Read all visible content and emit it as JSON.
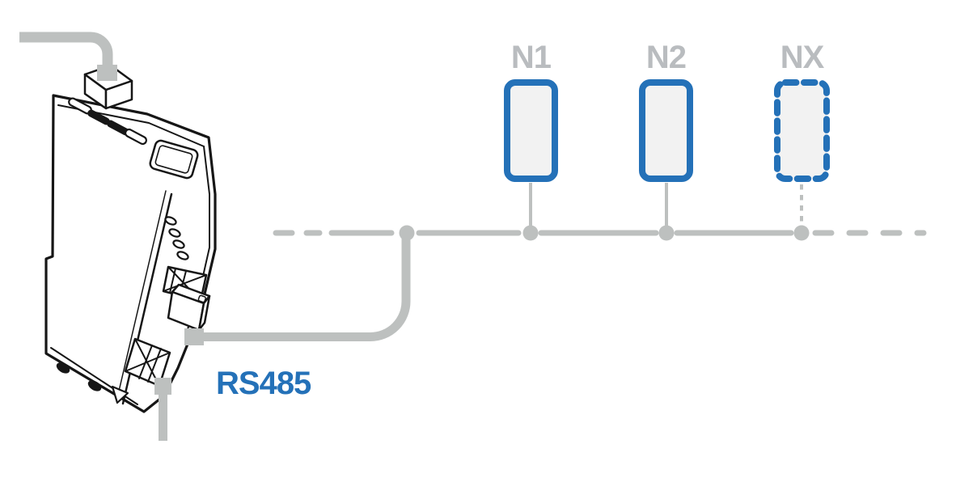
{
  "colors": {
    "blue": "#2471b8",
    "gray": "#bdc0bf",
    "label-gray": "#b9bcbf",
    "node-fill": "#f2f2f2",
    "ink": "#161616",
    "bg": "#ffffff"
  },
  "diagram": {
    "type": "network-topology",
    "bus_label": "RS485",
    "nodes": [
      {
        "label": "N1",
        "style": "solid"
      },
      {
        "label": "N2",
        "style": "solid"
      },
      {
        "label": "NX",
        "style": "dashed"
      }
    ]
  }
}
